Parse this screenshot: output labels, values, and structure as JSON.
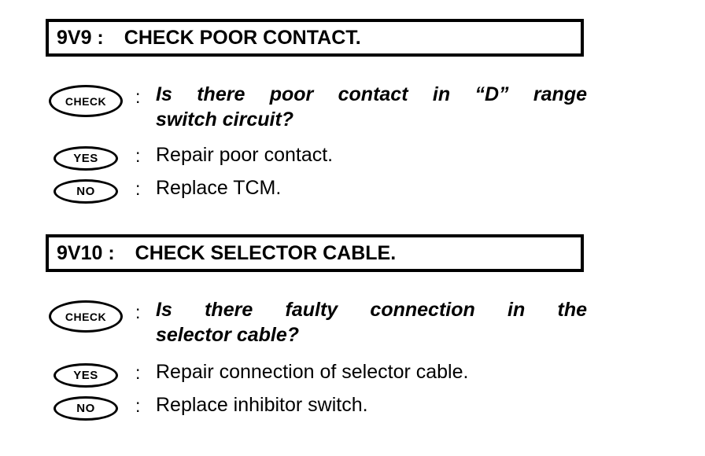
{
  "document": {
    "type": "diagnostic-flowchart-steps",
    "background_color": "#ffffff",
    "ink_color": "#000000"
  },
  "steps": [
    {
      "code": "9V9 :",
      "title": "CHECK POOR CONTACT.",
      "check": {
        "badge": "CHECK",
        "colon": ":",
        "line1": "Is there poor contact in “D” range",
        "line2": "switch circuit?"
      },
      "yes": {
        "badge": "YES",
        "colon": ":",
        "text": "Repair poor contact."
      },
      "no": {
        "badge": "NO",
        "colon": ":",
        "text": "Replace TCM."
      }
    },
    {
      "code": "9V10 :",
      "title": "CHECK SELECTOR CABLE.",
      "check": {
        "badge": "CHECK",
        "colon": ":",
        "line1": "Is there faulty connection in the",
        "line2": "selector cable?"
      },
      "yes": {
        "badge": "YES",
        "colon": ":",
        "text": "Repair connection of selector cable."
      },
      "no": {
        "badge": "NO",
        "colon": ":",
        "text": "Replace inhibitor switch."
      }
    }
  ]
}
